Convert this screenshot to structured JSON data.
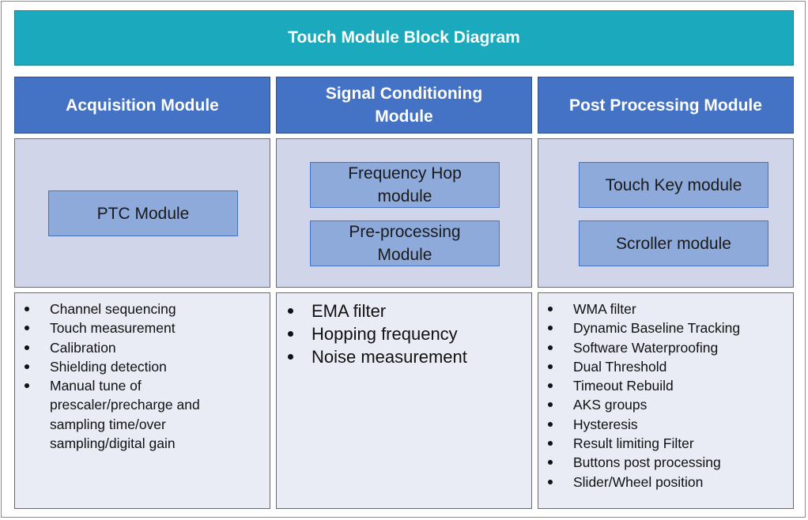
{
  "diagram": {
    "title": "Touch Module Block Diagram",
    "columns": [
      {
        "header": "Acquisition Module",
        "modules": [
          "PTC Module"
        ],
        "features": [
          "Channel sequencing",
          "Touch measurement",
          "Calibration",
          "Shielding detection",
          "Manual tune of prescaler/precharge and sampling time/over sampling/digital gain"
        ]
      },
      {
        "header": "Signal Conditioning Module",
        "modules": [
          "Frequency Hop module",
          "Pre-processing Module"
        ],
        "features": [
          "EMA filter",
          "Hopping frequency",
          "Noise measurement"
        ]
      },
      {
        "header": "Post Processing Module",
        "modules": [
          "Touch Key module",
          "Scroller module"
        ],
        "features": [
          "WMA filter",
          "Dynamic Baseline Tracking",
          "Software Waterproofing",
          "Dual Threshold",
          "Timeout Rebuild",
          "AKS groups",
          "Hysteresis",
          "Result limiting Filter",
          "Buttons post processing",
          "Slider/Wheel position"
        ]
      }
    ]
  }
}
